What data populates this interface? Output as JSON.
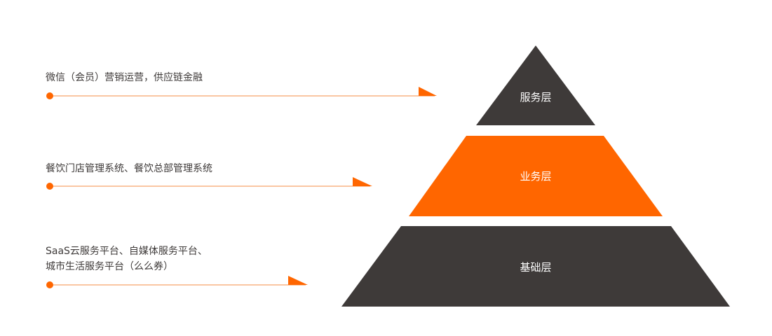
{
  "colors": {
    "dark": "#3e3a39",
    "orange": "#ff6600",
    "line": "#f7a46a"
  },
  "rows": [
    {
      "lines": [
        "微信（会员）营销运营，供应链金融"
      ]
    },
    {
      "lines": [
        "餐饮门店管理系统、餐饮总部管理系统"
      ]
    },
    {
      "lines": [
        "SaaS云服务平台、自媒体服务平台、",
        "城市生活服务平台（么么券）"
      ]
    }
  ],
  "pyramid": [
    {
      "label": "服务层"
    },
    {
      "label": "业务层"
    },
    {
      "label": "基础层"
    }
  ]
}
